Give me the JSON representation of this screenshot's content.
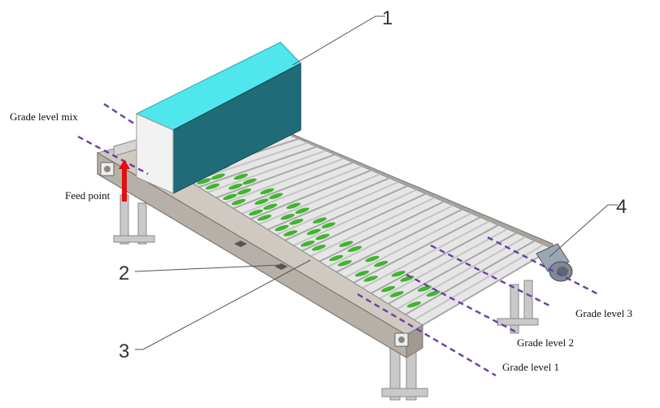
{
  "labels": {
    "grade_mix": "Grade level mix",
    "feed_point": "Feed point",
    "grade_1": "Grade level 1",
    "grade_2": "Grade level 2",
    "grade_3": "Grade level 3"
  },
  "callouts": {
    "one": "1",
    "two": "2",
    "three": "3",
    "four": "4"
  },
  "colors": {
    "hood_top": "#4fe6ee",
    "hood_front": "#1f6b78",
    "frame": "#b7b0a8",
    "roller": "#d8d8d8",
    "product": "#3fb52e",
    "grade_line": "#6a3fa0",
    "feed_arrow": "#e01010"
  },
  "icons": {
    "motor": "gear-motor-icon",
    "feed_arrow": "arrow-up-icon"
  }
}
